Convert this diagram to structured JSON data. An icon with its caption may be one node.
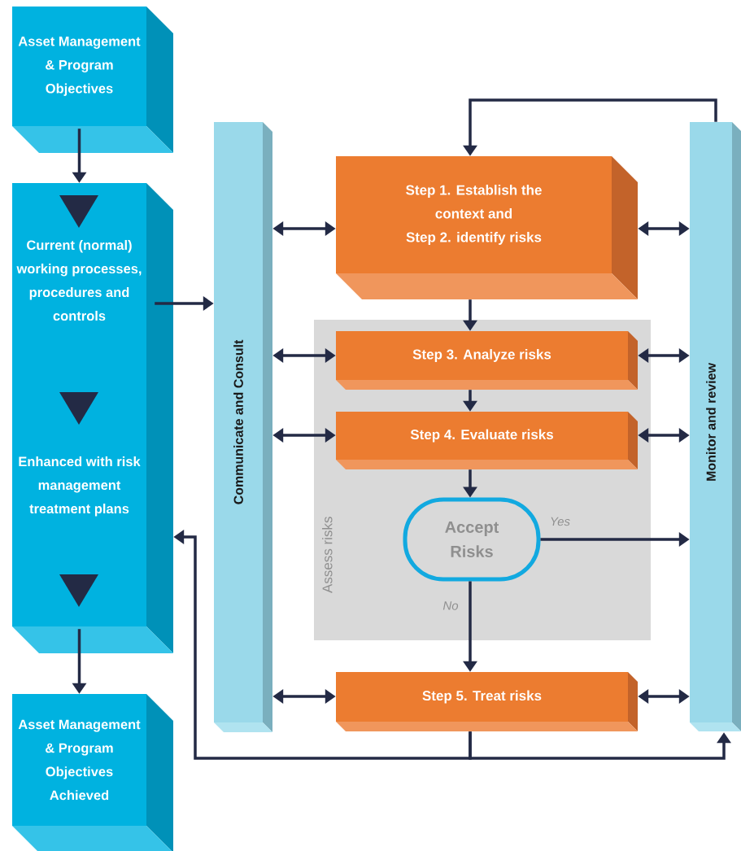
{
  "diagram": {
    "nodes": [
      {
        "text": [
          "Asset Management & Program Objectives"
        ]
      },
      {
        "text": [
          "Current (normal) working processes, procedures and controls",
          "Enhanced with risk management treatment plans"
        ]
      },
      {
        "text": [
          "Asset Management & Program Objectives Achieved"
        ]
      },
      {
        "text": [
          "Communicate and Consult"
        ]
      },
      {
        "text": [
          "Assess risks"
        ]
      },
      {
        "text": [
          "Step 1. Establish the context and",
          "Step 2. identify risks"
        ]
      },
      {
        "text": [
          "Step 3. Analyze risks"
        ],
        "in": 4
      },
      {
        "text": [
          "Step 4. Evaluate risks"
        ],
        "in": 4
      },
      {
        "text": [
          "Accept Risks"
        ],
        "in": 4
      },
      {
        "text": [
          "Step 5. Treat risks"
        ]
      },
      {
        "text": [
          "Monitor and review"
        ]
      }
    ],
    "edges": [
      {
        "from": 0,
        "to": 1,
        "arrow": "to"
      },
      {
        "from": 1,
        "to": 3,
        "arrow": "to"
      },
      {
        "from": 1,
        "to": 2,
        "arrow": "to"
      },
      {
        "from": 3,
        "to": 5,
        "arrow": "both"
      },
      {
        "from": 3,
        "to": 6,
        "arrow": "both"
      },
      {
        "from": 3,
        "to": 7,
        "arrow": "both"
      },
      {
        "from": 3,
        "to": 9,
        "arrow": "both"
      },
      {
        "from": 5,
        "to": 10,
        "arrow": "both"
      },
      {
        "from": 6,
        "to": 10,
        "arrow": "both"
      },
      {
        "from": 7,
        "to": 10,
        "arrow": "both"
      },
      {
        "from": 9,
        "to": 10,
        "arrow": "both"
      },
      {
        "from": 5,
        "to": 6,
        "arrow": "to"
      },
      {
        "from": 6,
        "to": 7,
        "arrow": "to"
      },
      {
        "from": 7,
        "to": 8,
        "arrow": "to"
      },
      {
        "from": 8,
        "to": 10,
        "arrow": "to",
        "label": "Yes"
      },
      {
        "from": 8,
        "to": 9,
        "arrow": "to",
        "label": "No"
      },
      {
        "from": 9,
        "to": 1,
        "arrow": "to"
      },
      {
        "from": 9,
        "to": 10,
        "arrow": "to"
      },
      {
        "from": 10,
        "to": 5,
        "arrow": "to"
      }
    ]
  }
}
